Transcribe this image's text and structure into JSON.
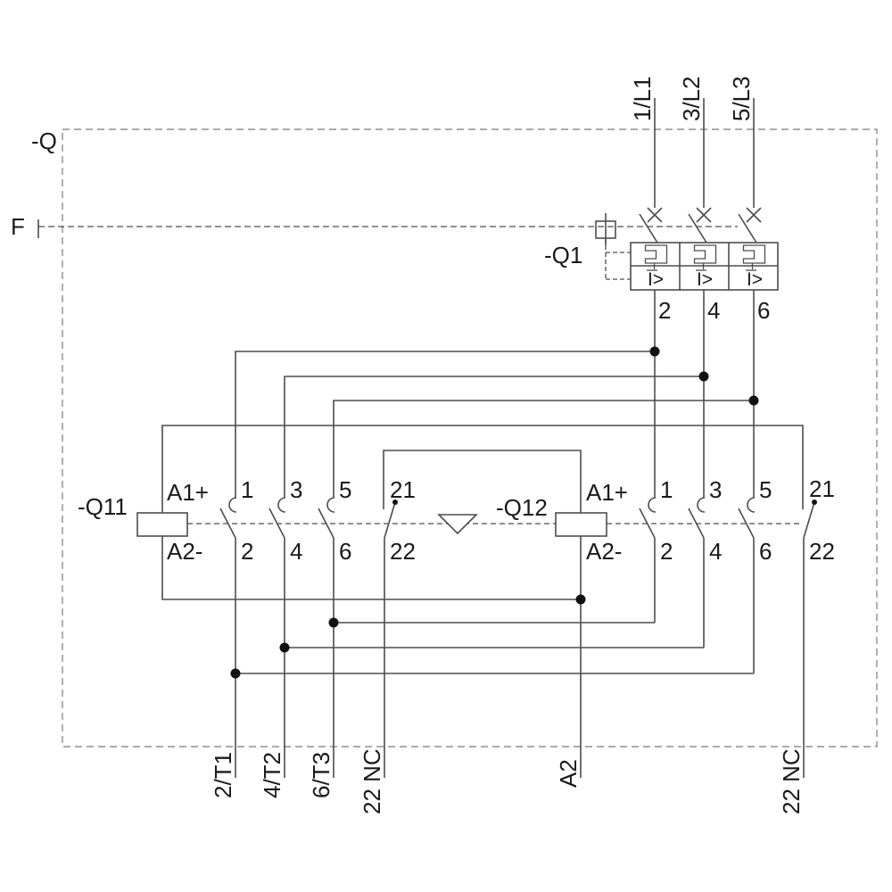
{
  "diagram": {
    "enclosure_label": "-Q",
    "release_label": "F",
    "breaker": {
      "label": "-Q1",
      "input_terminals": [
        "1/L1",
        "3/L2",
        "5/L3"
      ],
      "output_terminals": [
        "2",
        "4",
        "6"
      ],
      "overcurrent_symbol": "I>"
    },
    "contactor_left": {
      "label": "-Q11",
      "coil_plus": "A1+",
      "coil_minus": "A2-",
      "main_contacts_top": [
        "1",
        "3",
        "5"
      ],
      "main_contacts_bottom": [
        "2",
        "4",
        "6"
      ],
      "aux_contact_top": "21",
      "aux_contact_bottom": "22"
    },
    "contactor_right": {
      "label": "-Q12",
      "coil_plus": "A1+",
      "coil_minus": "A2-",
      "main_contacts_top": [
        "1",
        "3",
        "5"
      ],
      "main_contacts_bottom": [
        "2",
        "4",
        "6"
      ],
      "aux_contact_top": "21",
      "aux_contact_bottom": "22"
    },
    "bottom_terminals": [
      "2/T1",
      "4/T2",
      "6/T3",
      "22 NC",
      "A2",
      "22 NC"
    ],
    "colors": {
      "wire": "#4d4d4d",
      "enclosure_dash": "#8f8f8f",
      "text": "#1a1a1a",
      "junction": "#111111",
      "background": "#ffffff"
    }
  }
}
